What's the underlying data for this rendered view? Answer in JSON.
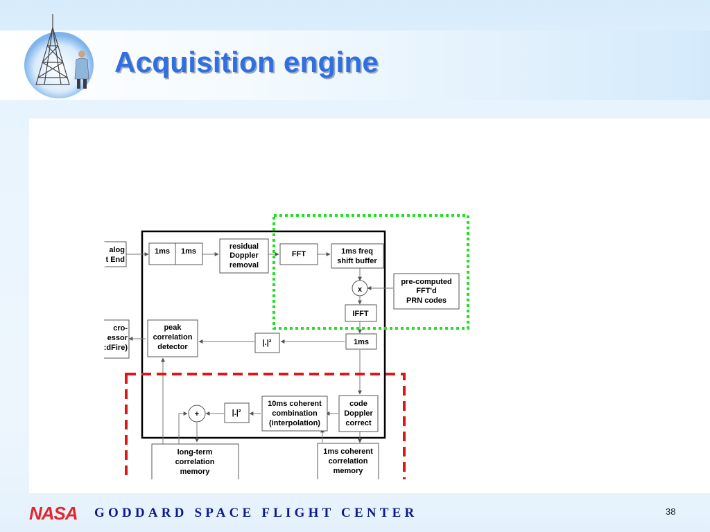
{
  "slide": {
    "title": "Acquisition engine",
    "center_name": "GODDARD SPACE FLIGHT CENTER",
    "page_number": "38",
    "nasa_logo_text": "NASA"
  },
  "colors": {
    "title": "#2f6fe0",
    "center_name": "#0d1a8c",
    "nasa_red": "#e3262c",
    "green_region": "#22e022",
    "red_region": "#e01515"
  },
  "icons": {
    "logo": "rocket-launch-tower-icon",
    "multiplier": "multiply-node-icon",
    "adder": "summing-node-icon"
  },
  "diagram": {
    "analog_front_end": [
      "alog",
      "t End"
    ],
    "microprocessor": [
      "cro-",
      "essor",
      ":dFire)"
    ],
    "buf_a": "1ms",
    "buf_b": "1ms",
    "residual_doppler": [
      "residual",
      "Doppler",
      "removal"
    ],
    "fft": "FFT",
    "freq_shift_buffer": [
      "1ms freq",
      "shift buffer"
    ],
    "multiplier": "x",
    "prn_codes": [
      "pre-computed",
      "FFT'd",
      "PRN codes"
    ],
    "ifft": "IFFT",
    "peak_detector": [
      "peak",
      "correlation",
      "detector"
    ],
    "magnitude_a": "|.|²",
    "buf_c": "1ms",
    "code_doppler": [
      "code",
      "Doppler",
      "correct"
    ],
    "coherent_combination": [
      "10ms coherent",
      "combination",
      "(interpolation)"
    ],
    "magnitude_b": "|.|²",
    "adder": "+",
    "long_term_memory": [
      "long-term",
      "correlation",
      "memory"
    ],
    "coherent_memory": [
      "1ms coherent",
      "correlation",
      "memory"
    ]
  }
}
